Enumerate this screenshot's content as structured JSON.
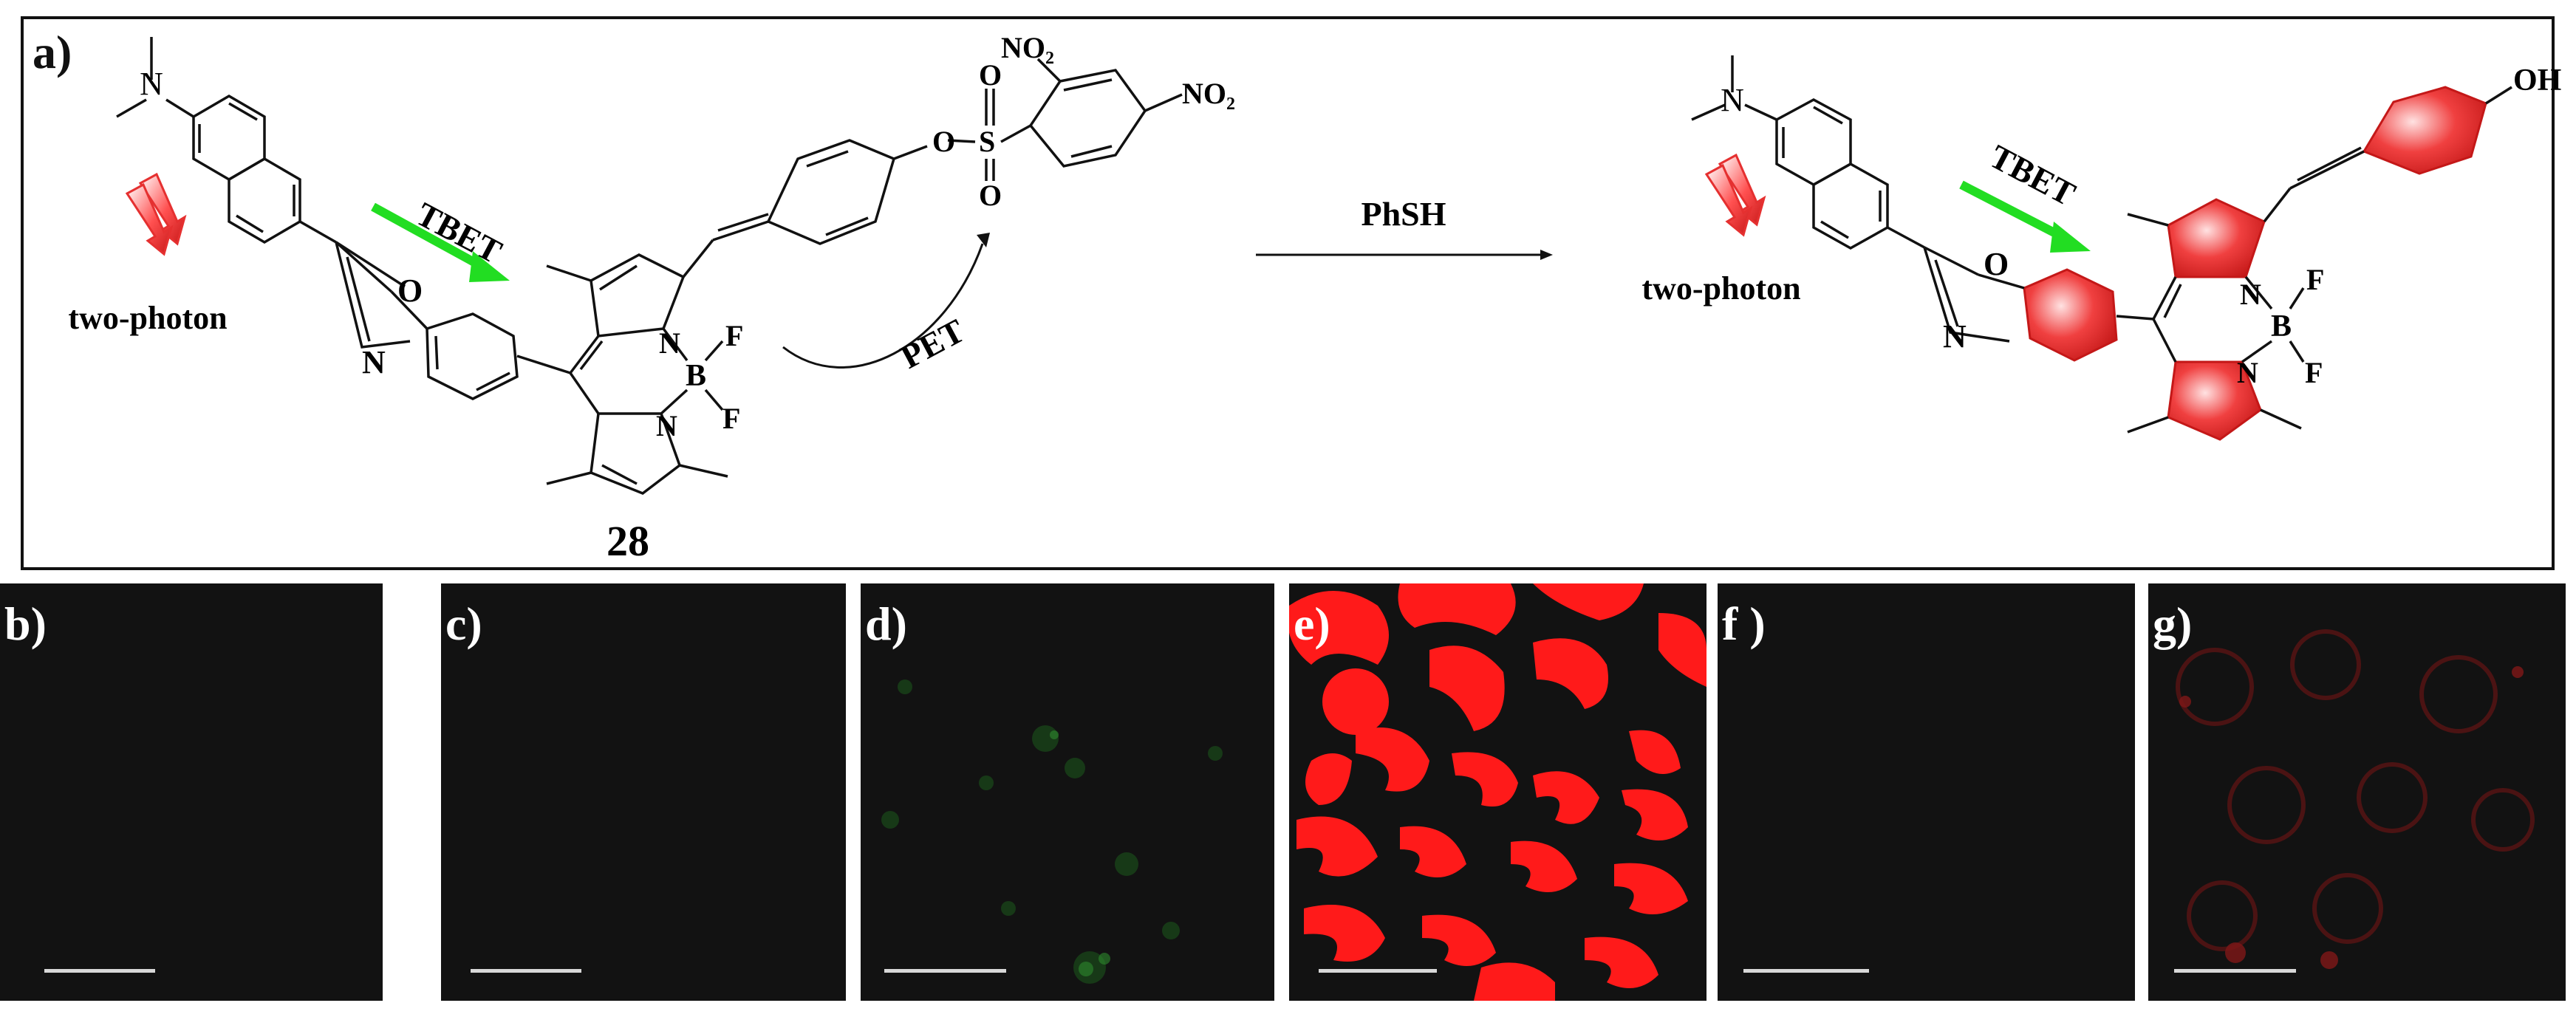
{
  "panel_a": {
    "label": "a)",
    "reactant": {
      "compound_number": "28",
      "nme2": "N",
      "fret_arrow_label": "TBET",
      "excitation_label": "two-photon",
      "benzoxazole_o": "O",
      "benzoxazole_n": "N",
      "bodipy_n1": "N",
      "bodipy_n2": "N",
      "boron": "B",
      "fluorine1": "F",
      "fluorine2": "F",
      "sulfonyl_o1": "O",
      "sulfonyl_o2": "O",
      "ester_o": "O",
      "sulfur": "S",
      "nitro_ortho": "NO₂",
      "nitro_para": "NO₂",
      "pet_label": "PET"
    },
    "reaction_arrow_label": "PhSH",
    "product": {
      "nme2": "N",
      "fret_arrow_label": "TBET",
      "excitation_label": "two-photon",
      "benzoxazole_o": "O",
      "benzoxazole_n": "N",
      "bodipy_n1": "N",
      "bodipy_n2": "N",
      "boron": "B",
      "fluorine1": "F",
      "fluorine2": "F",
      "hydroxyl": "OH"
    },
    "colors": {
      "tbet_arrow": "#22dd22",
      "two_photon_arrow": "#e53030",
      "highlight_ring": "#e82222"
    }
  },
  "micrographs": [
    {
      "label": "b)",
      "label_color": "#ffffff",
      "channel": "dark"
    },
    {
      "label": "c)",
      "label_color": "#ffffff",
      "channel": "dark"
    },
    {
      "label": "d)",
      "label_color": "#ffffff",
      "channel": "green"
    },
    {
      "label": "e)",
      "label_color": "#ffffff",
      "channel": "red"
    },
    {
      "label": "f )",
      "label_color": "#ffffff",
      "channel": "dark"
    },
    {
      "label": "g)",
      "label_color": "#ffffff",
      "channel": "faint-red"
    }
  ]
}
